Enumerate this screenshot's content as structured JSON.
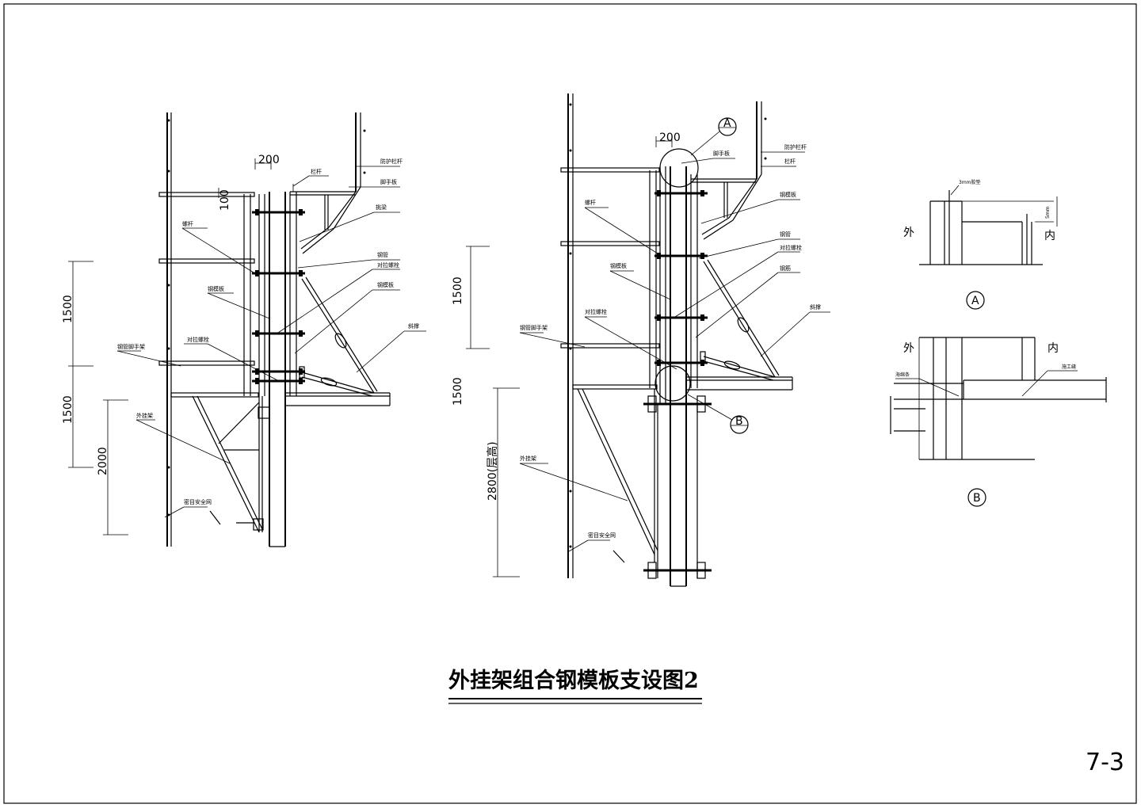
{
  "drawing": {
    "title": "外挂架组合钢模板支设图2",
    "sheet_number": "7-3"
  },
  "left_view": {
    "dim_top": "200",
    "dim_vertical_small": "100",
    "dims_side": [
      "1500",
      "1500",
      "2000"
    ],
    "labels": [
      "栏杆",
      "防护栏杆",
      "脚手板",
      "挑梁",
      "钢管",
      "对拉螺栓",
      "钢模板",
      "斜撑",
      "外挂架",
      "密目安全网",
      "钢管脚手架",
      "螺杆"
    ]
  },
  "middle_view": {
    "dim_top": "200",
    "dims_side": [
      "1500",
      "1500",
      "2800(层高)"
    ],
    "labels": [
      "钢筋",
      "栏杆",
      "防护栏杆",
      "钢管",
      "对拉螺栓",
      "钢模板",
      "斜撑",
      "外挂架",
      "密目安全网",
      "钢管脚手架",
      "螺杆",
      "脚手板"
    ],
    "callouts": [
      "A",
      "B"
    ]
  },
  "detail_a": {
    "caption": "A",
    "label_outer": "外",
    "label_inner": "内",
    "note": "3mm胶垫",
    "dim": "5mm"
  },
  "detail_b": {
    "caption": "B",
    "label_outer": "外",
    "label_inner": "内",
    "note_left": "海绵条",
    "note_right": "施工缝"
  }
}
